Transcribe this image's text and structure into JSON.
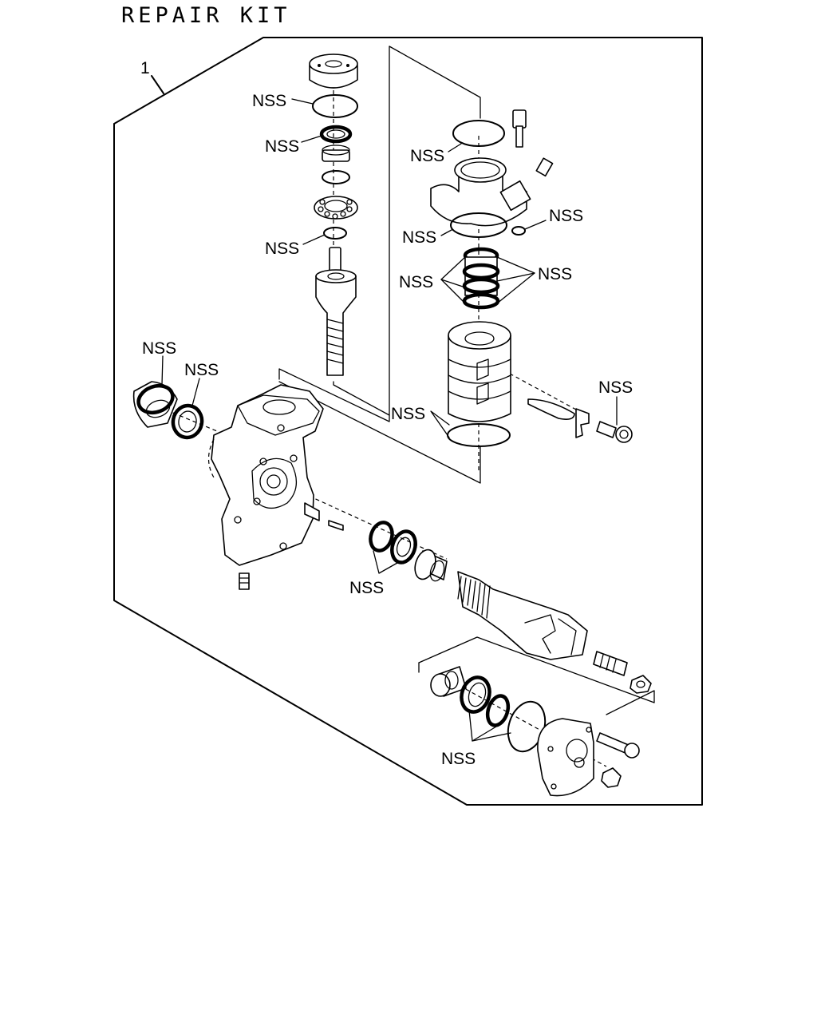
{
  "title": "REPAIR KIT",
  "item_number": "1",
  "nss_labels": [
    {
      "id": "nss-top-oring",
      "text": "NSS"
    },
    {
      "id": "nss-top-seal",
      "text": "NSS"
    },
    {
      "id": "nss-small-oring",
      "text": "NSS"
    },
    {
      "id": "nss-cover-oring",
      "text": "NSS"
    },
    {
      "id": "nss-valve-oring-small",
      "text": "NSS"
    },
    {
      "id": "nss-valve-oring",
      "text": "NSS"
    },
    {
      "id": "nss-rings-left",
      "text": "NSS"
    },
    {
      "id": "nss-rings-right",
      "text": "NSS"
    },
    {
      "id": "nss-boot",
      "text": "NSS"
    },
    {
      "id": "nss-housing-seal",
      "text": "NSS"
    },
    {
      "id": "nss-bolt",
      "text": "NSS"
    },
    {
      "id": "nss-piston-ring",
      "text": "NSS"
    },
    {
      "id": "nss-sector-seals",
      "text": "NSS"
    },
    {
      "id": "nss-side-cover-seals",
      "text": "NSS"
    }
  ]
}
